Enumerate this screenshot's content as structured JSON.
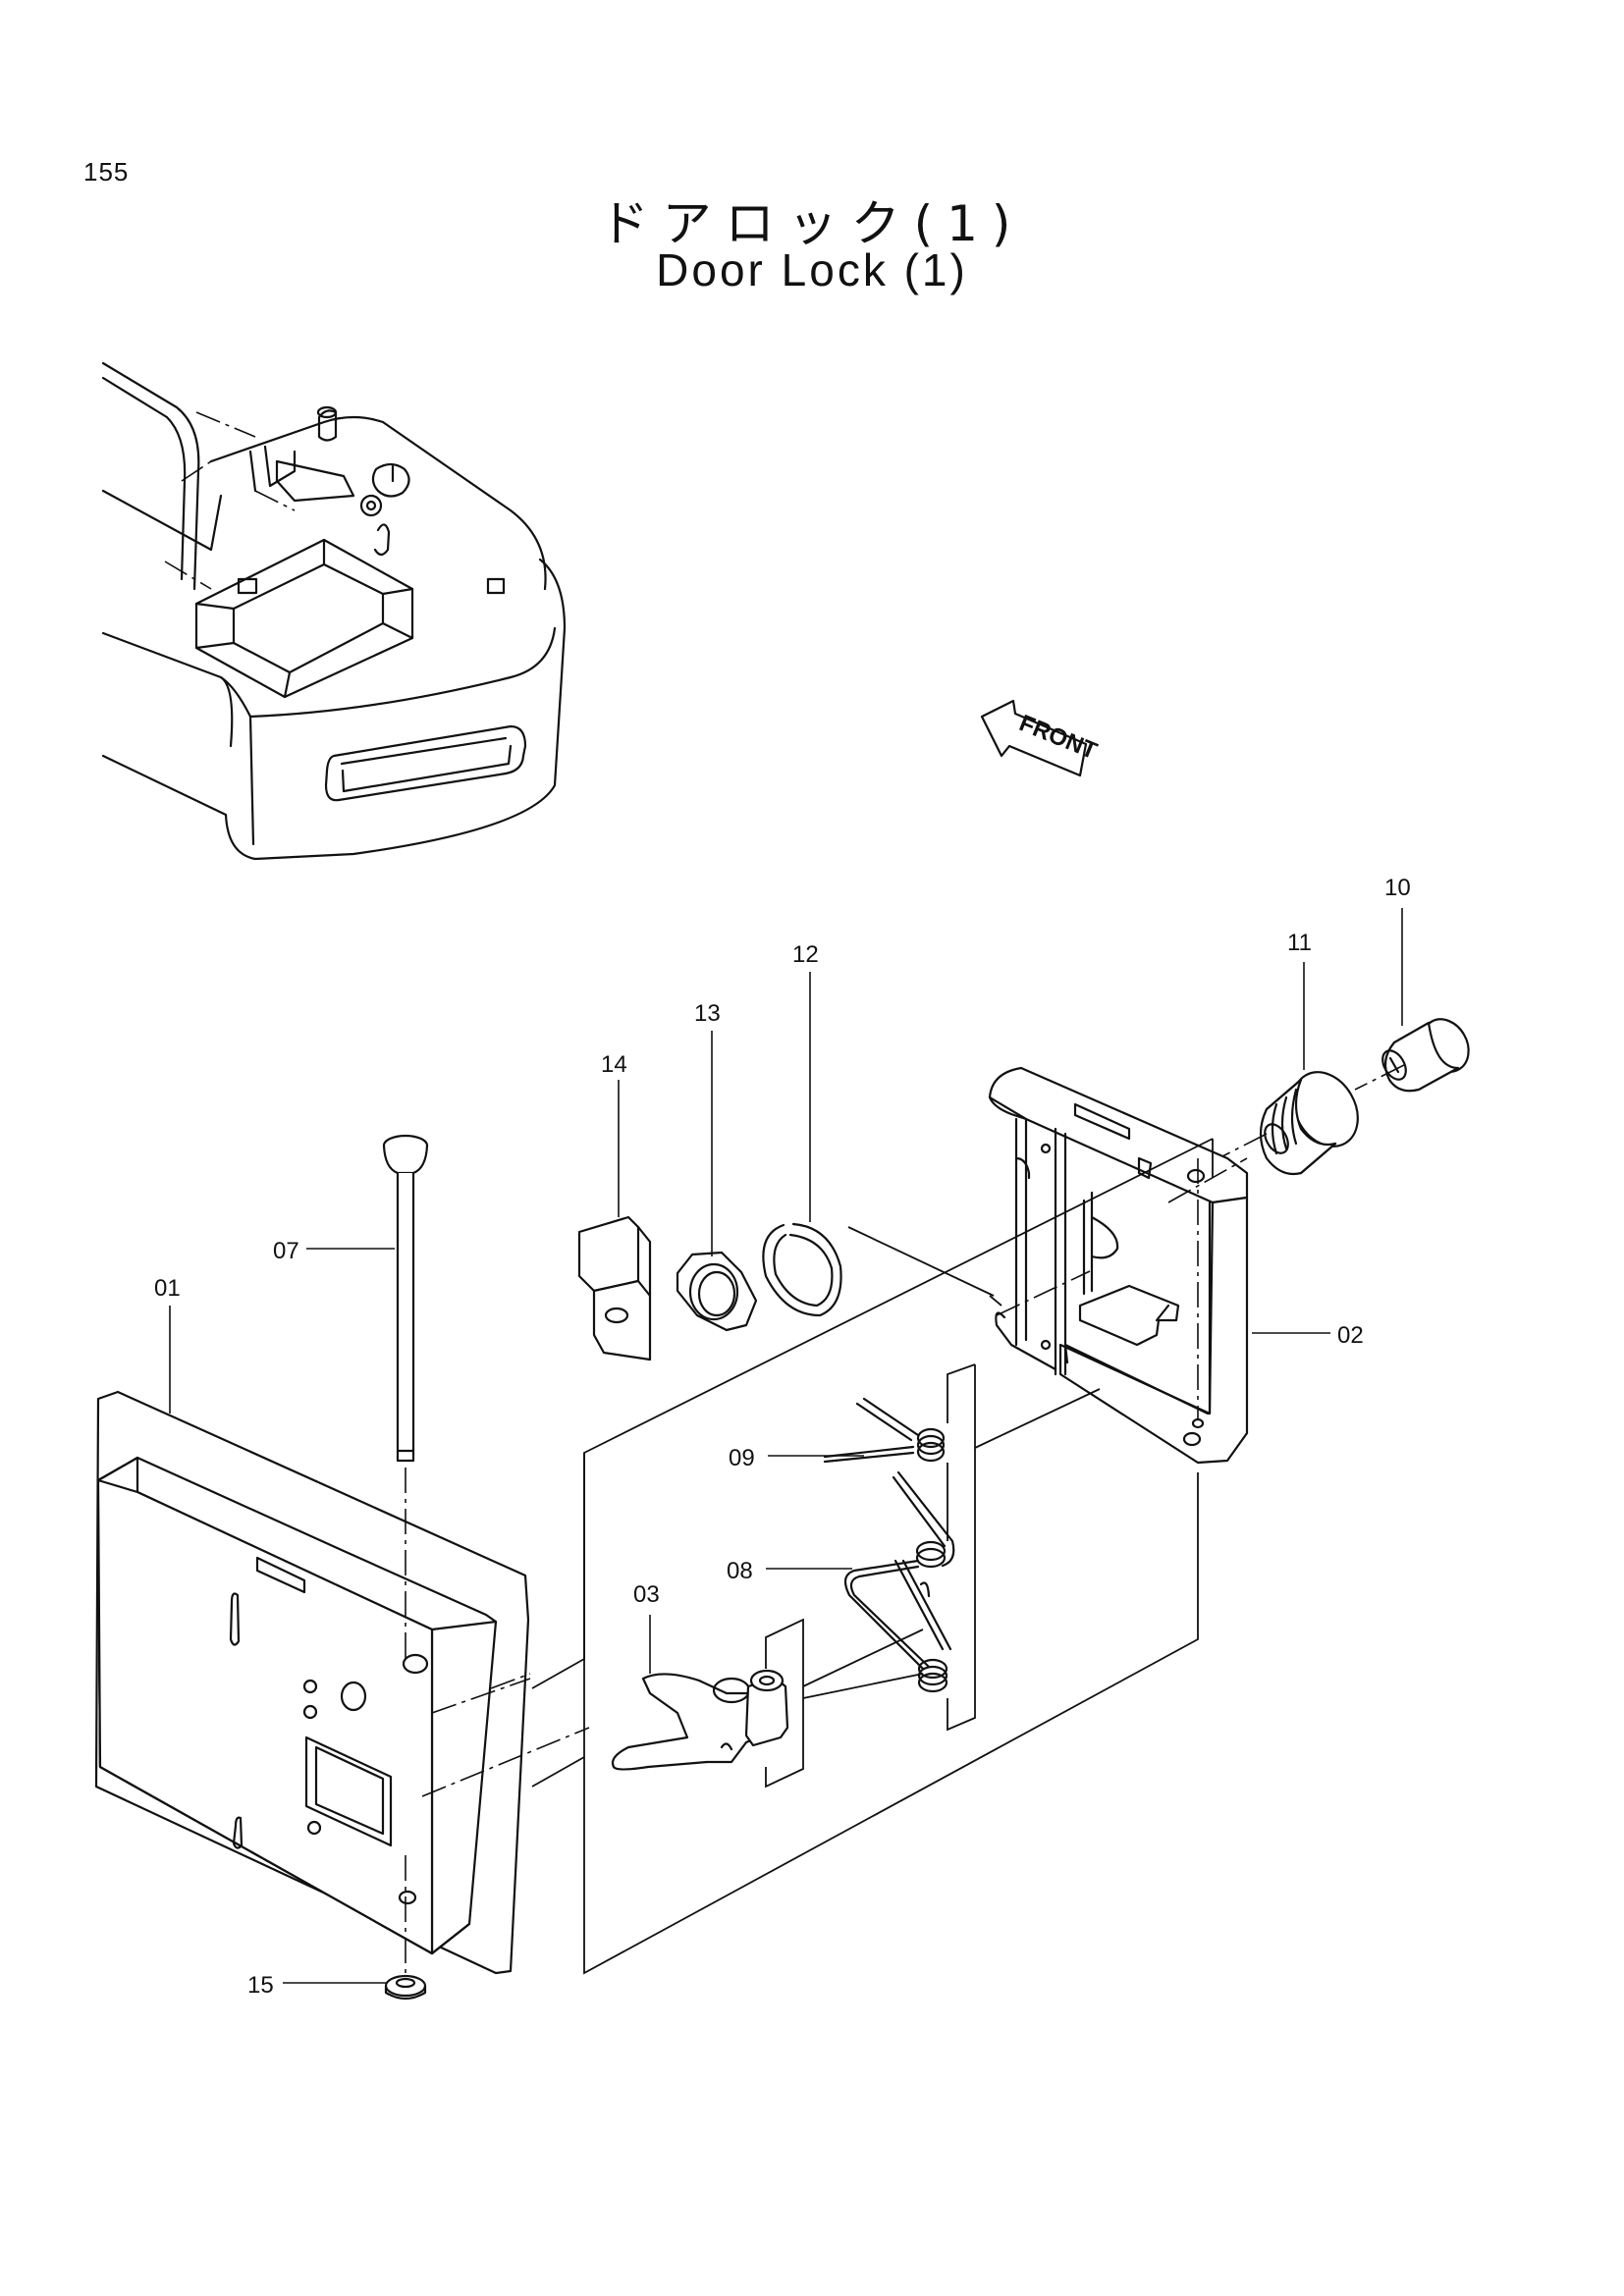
{
  "page": {
    "number": "155",
    "title_jp": "ドアロック(1)",
    "title_en": "Door Lock (1)"
  },
  "diagram": {
    "direction_marker": "FRONT",
    "parts": [
      {
        "id": "01"
      },
      {
        "id": "02"
      },
      {
        "id": "03"
      },
      {
        "id": "07"
      },
      {
        "id": "08"
      },
      {
        "id": "09"
      },
      {
        "id": "10"
      },
      {
        "id": "11"
      },
      {
        "id": "12"
      },
      {
        "id": "13"
      },
      {
        "id": "14"
      },
      {
        "id": "15"
      }
    ]
  }
}
